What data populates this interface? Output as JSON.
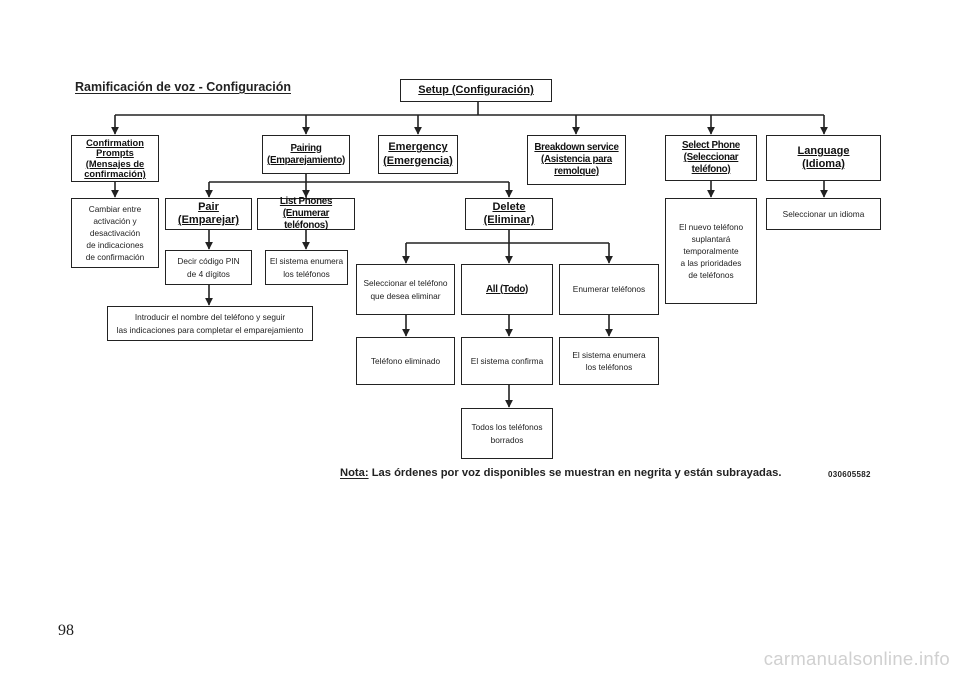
{
  "title": "Ramificación de voz - Configuración",
  "root": "Setup (Configuración)",
  "nodes": {
    "confirmation": "Confirmation\nPrompts\n(Mensajes de\nconfirmación)",
    "pairing": "Pairing\n(Emparejamiento)",
    "emergency": "Emergency\n(Emergencia)",
    "breakdown": "Breakdown service\n(Asistencia para\nremolque)",
    "select_phone": "Select Phone\n(Seleccionar\nteléfono)",
    "language": "Language\n(Idioma)",
    "confirmation_desc": "Cambiar entre\nactivación y\ndesactivación\nde indicaciones\nde confirmación",
    "pair": "Pair\n(Emparejar)",
    "list_phones": "List Phones\n(Enumerar teléfonos)",
    "delete": "Delete\n(Eliminar)",
    "select_phone_desc": "El nuevo teléfono\nsuplantará\ntemporalmente\na las prioridades\nde teléfonos",
    "language_desc": "Seleccionar un idioma",
    "pin": "Decir código PIN\nde 4 dígitos",
    "list_desc": "El sistema enumera\nlos teléfonos",
    "pair_name": "Introducir el nombre del teléfono y seguir\nlas indicaciones para completar el emparejamiento",
    "delete_select": "Seleccionar el teléfono\nque desea eliminar",
    "delete_all": "All (Todo)",
    "delete_list": "Enumerar teléfonos",
    "deleted": "Teléfono eliminado",
    "confirms": "El sistema confirma",
    "delete_list_desc": "El sistema enumera\nlos teléfonos",
    "all_deleted": "Todos los teléfonos\nborrados"
  },
  "note": {
    "label": "Nota:",
    "text": " Las órdenes por voz disponibles se muestran en negrita y están subrayadas."
  },
  "figure_code": "030605582",
  "page_number": "98",
  "watermark": "carmanualsonline.info"
}
